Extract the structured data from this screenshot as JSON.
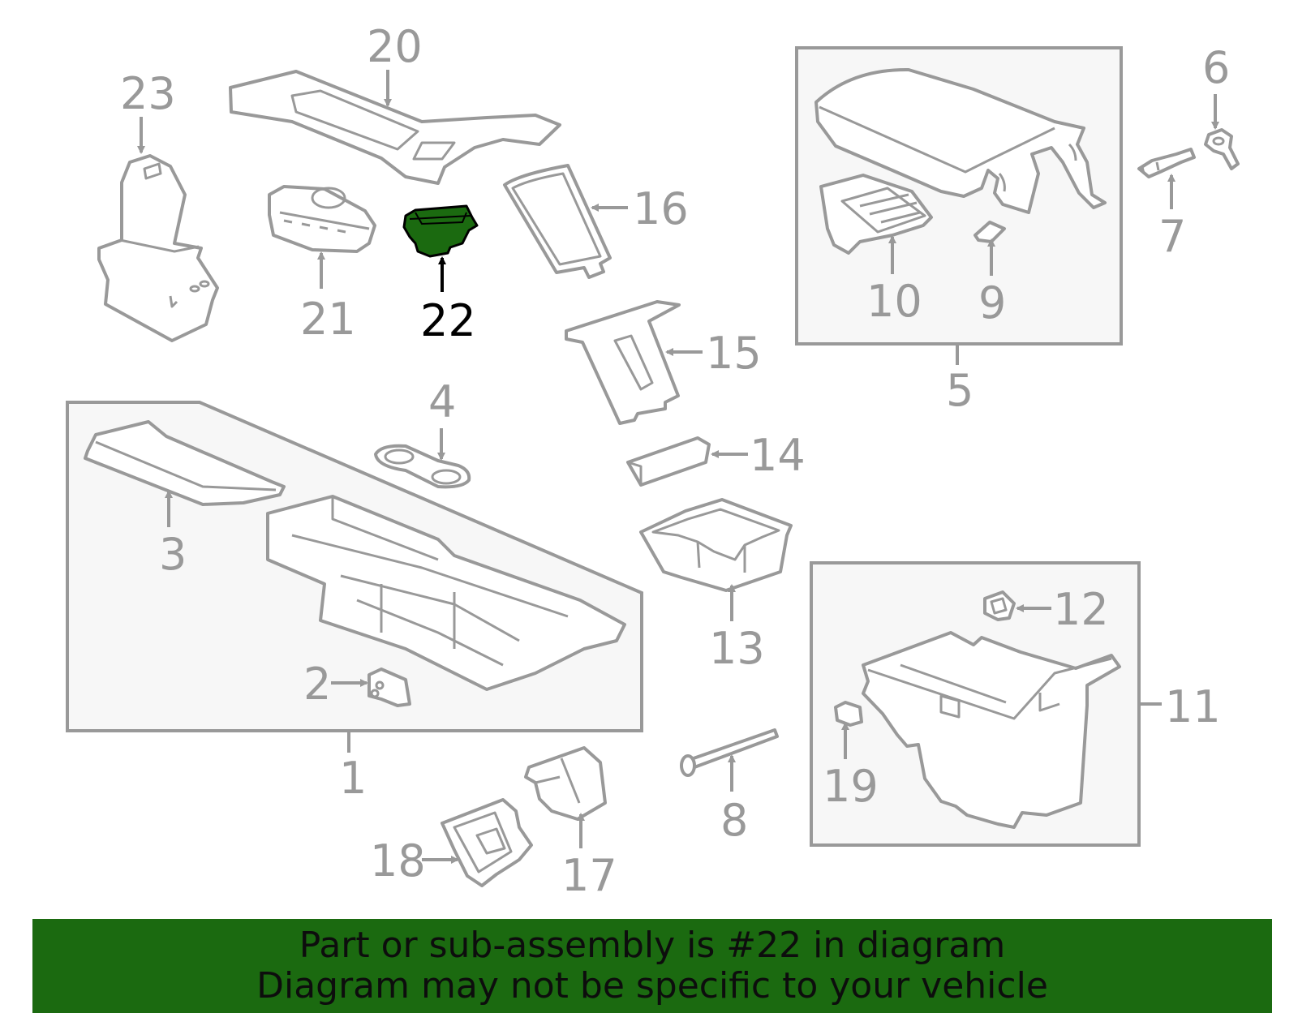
{
  "callouts": [
    "1",
    "2",
    "3",
    "4",
    "5",
    "6",
    "7",
    "8",
    "9",
    "10",
    "11",
    "12",
    "13",
    "14",
    "15",
    "16",
    "17",
    "18",
    "19",
    "20",
    "21",
    "22",
    "23"
  ],
  "highlighted_part": "22",
  "colors": {
    "highlight_fill": "#1b6a10",
    "banner_background": "#1b6a10",
    "line_gray": "#999999",
    "box_fill": "#f7f7f7"
  },
  "banner": {
    "line1": "Part or sub-assembly is #22 in diagram",
    "line2": "Diagram may not be specific to your vehicle"
  }
}
